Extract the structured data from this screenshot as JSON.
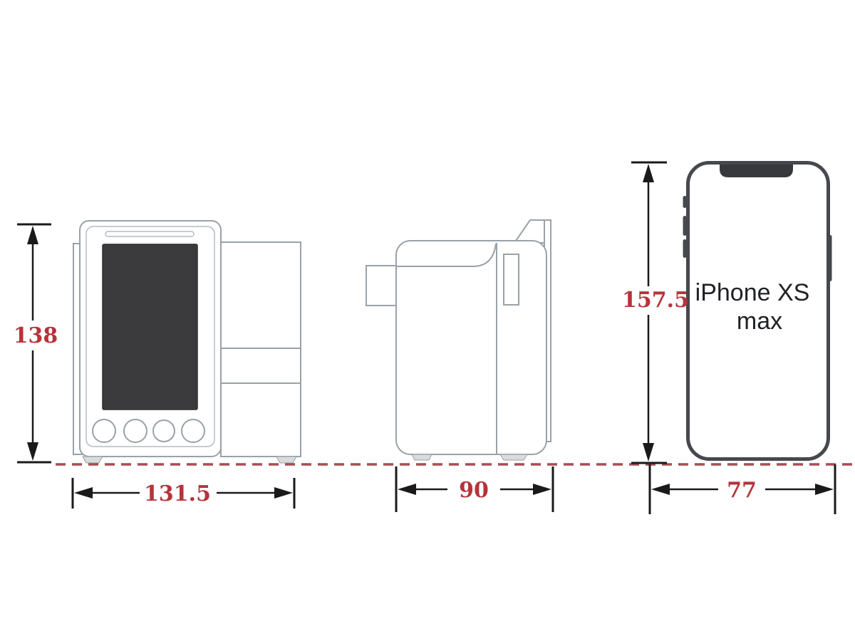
{
  "diagram": {
    "title": "device-size-comparison-diagram",
    "front_view": {
      "height_label": "138",
      "width_label": "131.5"
    },
    "side_view": {
      "width_label": "90"
    },
    "phone": {
      "height_label": "157.5",
      "width_label": "77",
      "name_line1": "iPhone XS",
      "name_line2": "max"
    },
    "colors": {
      "dimension_text": "#b5343a",
      "baseline": "#a84d52",
      "device_outline": "#9aa1a8",
      "screen_fill": "#3b3b3d",
      "phone_outline": "#46484d",
      "dimension_line": "#1a1a1a"
    }
  }
}
